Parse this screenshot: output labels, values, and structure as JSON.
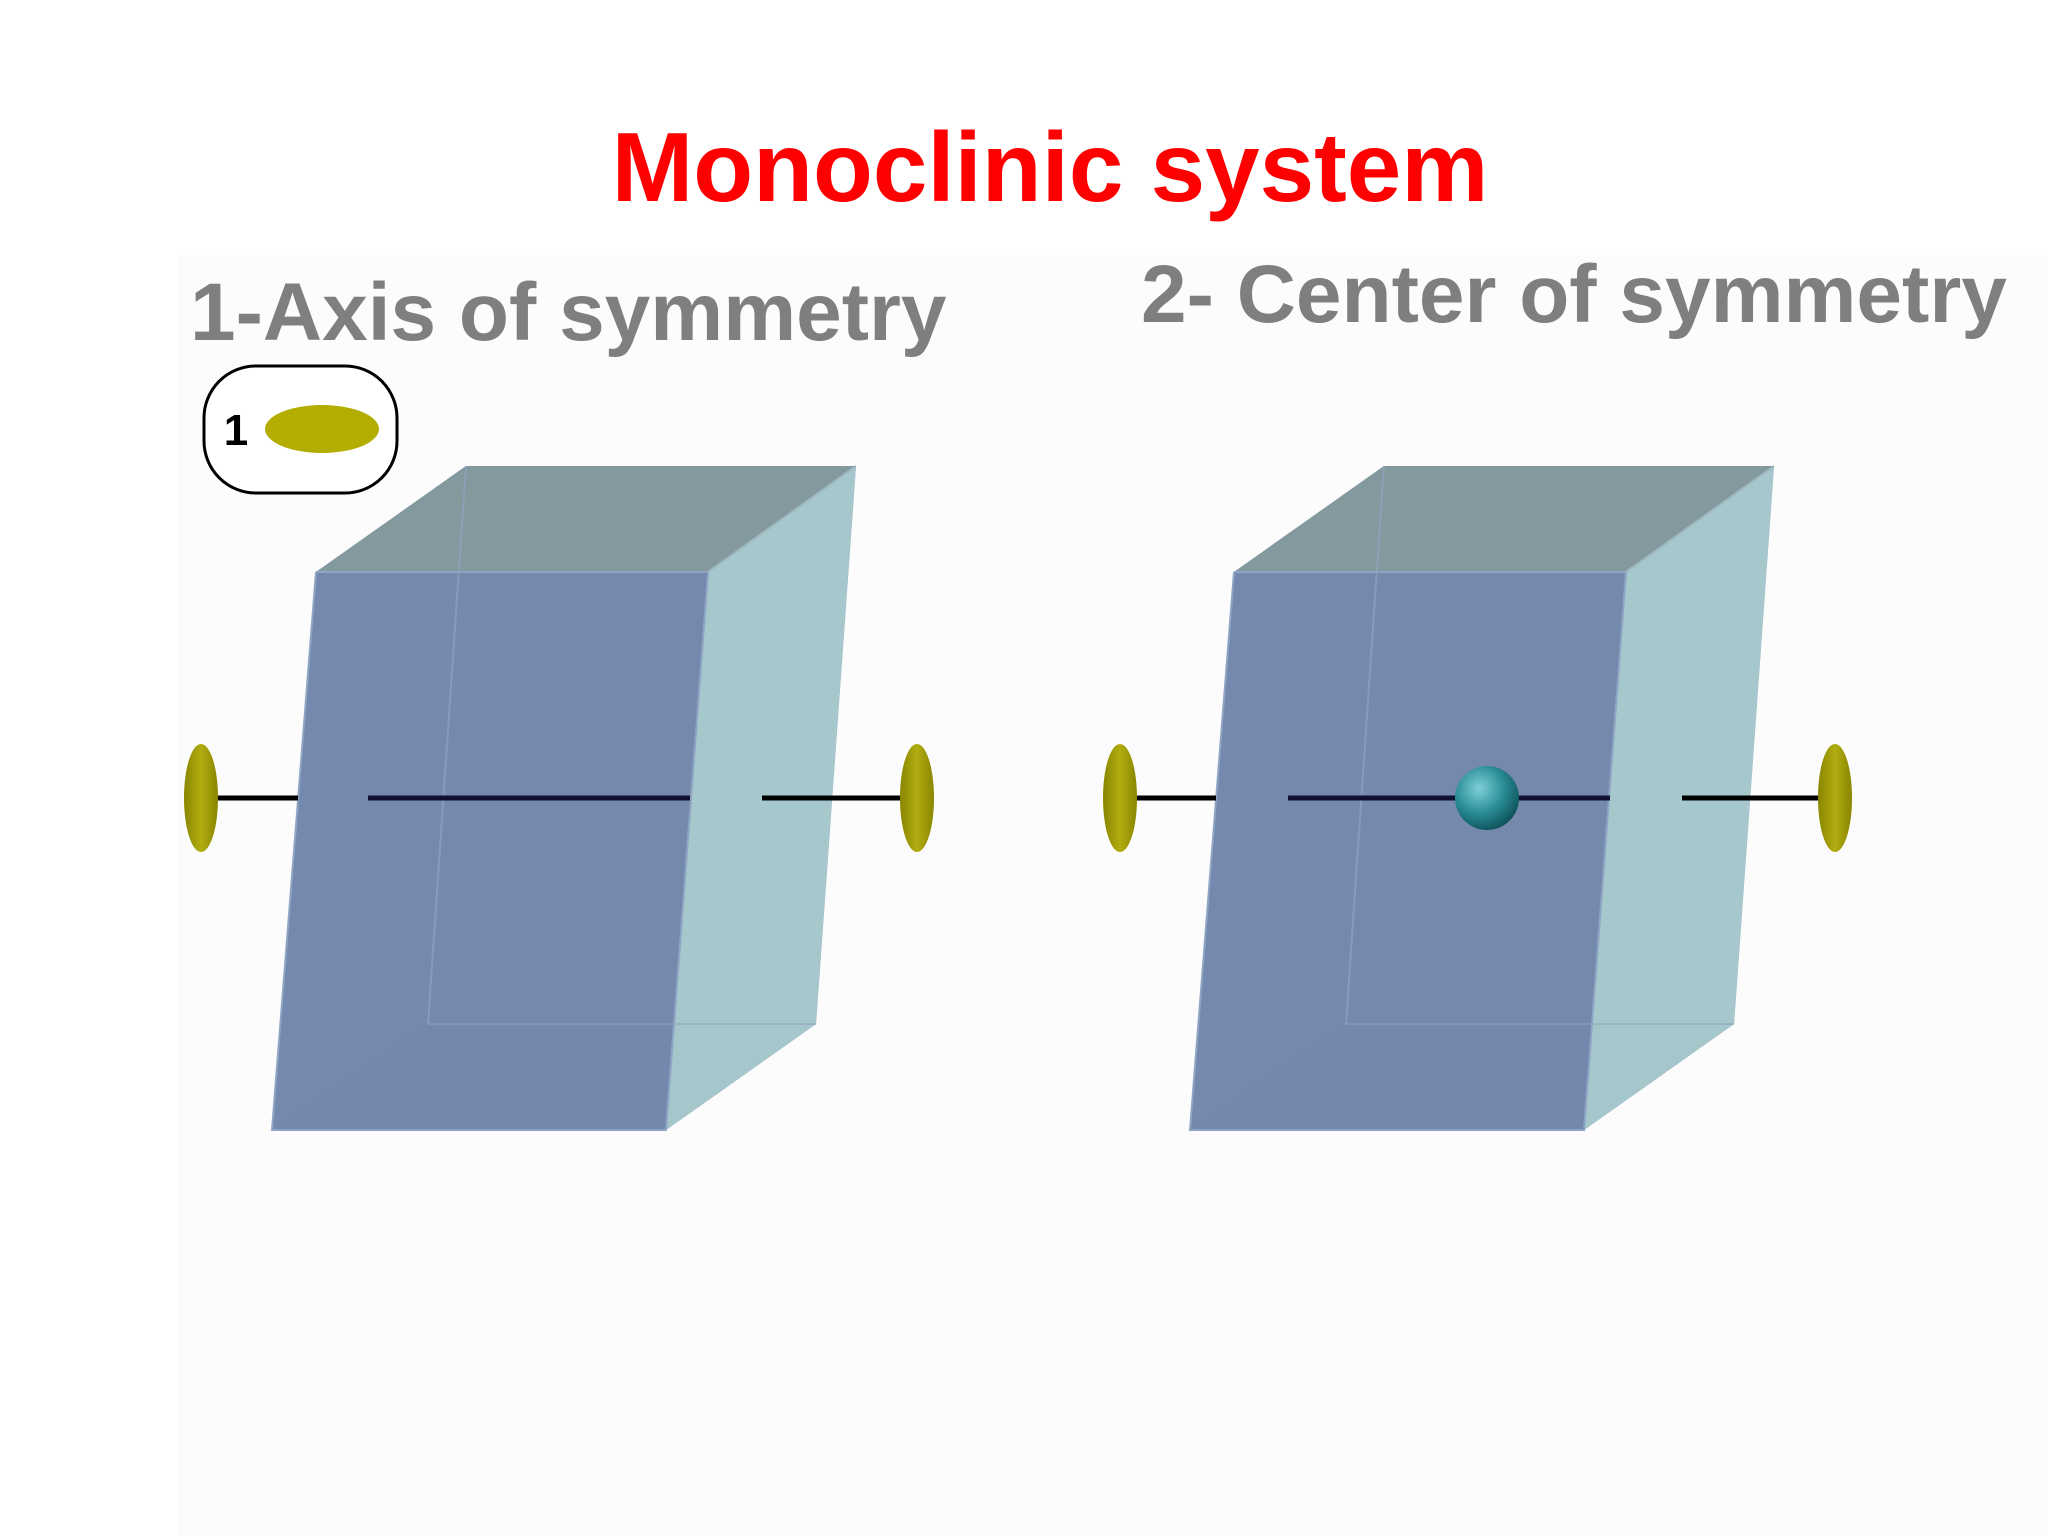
{
  "title": "Monoclinic system",
  "panels": [
    {
      "heading": "1-Axis of symmetry"
    },
    {
      "heading": "2- Center of symmetry"
    }
  ],
  "legend": {
    "fold_number": "1",
    "icon": "two-fold-axis-symbol-icon"
  },
  "colors": {
    "title": "#ff0000",
    "heading": "#7f7f7f",
    "front_face": "#7488ad",
    "side_face": "#a6c6cc",
    "top_face": "#7f9b9e",
    "axis_symbol": "#a29e05",
    "axis_line": "#000000",
    "center_point": "#1f8a94"
  }
}
